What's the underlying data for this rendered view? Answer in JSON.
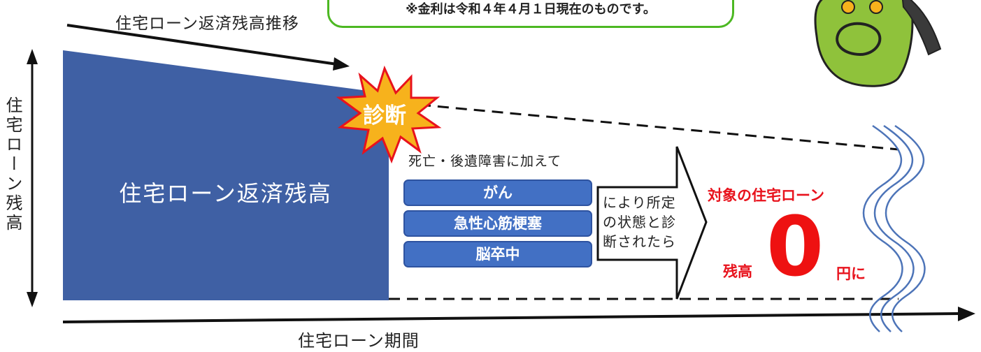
{
  "header": {
    "trend_label": "住宅ローン返済残高推移",
    "note": "※金利は令和４年４月１日現在のものです。"
  },
  "axes": {
    "y_label": "住宅ローン残高",
    "x_label": "住宅ローン期間"
  },
  "balance_area": {
    "label": "住宅ローン返済残高"
  },
  "diagnosis": {
    "label": "診断"
  },
  "conditions": {
    "intro": "死亡・後遺障害に加えて",
    "items": [
      "がん",
      "急性心筋梗塞",
      "脳卒中"
    ]
  },
  "arrow": {
    "lines": [
      "により所定",
      "の状態と診",
      "断されたら"
    ]
  },
  "result": {
    "title": "対象の住宅ローン",
    "prefix": "残高",
    "value": "0",
    "suffix": "円に"
  },
  "colors": {
    "balance_fill": "#3f60a4",
    "burst_fill": "#f7b21c",
    "burst_stroke": "#e8121c",
    "note_border": "#4cb822",
    "result_red": "#e8121c",
    "mascot_green": "#8fc23b"
  },
  "icons": {
    "mascot": "green-character-mascot-icon"
  }
}
